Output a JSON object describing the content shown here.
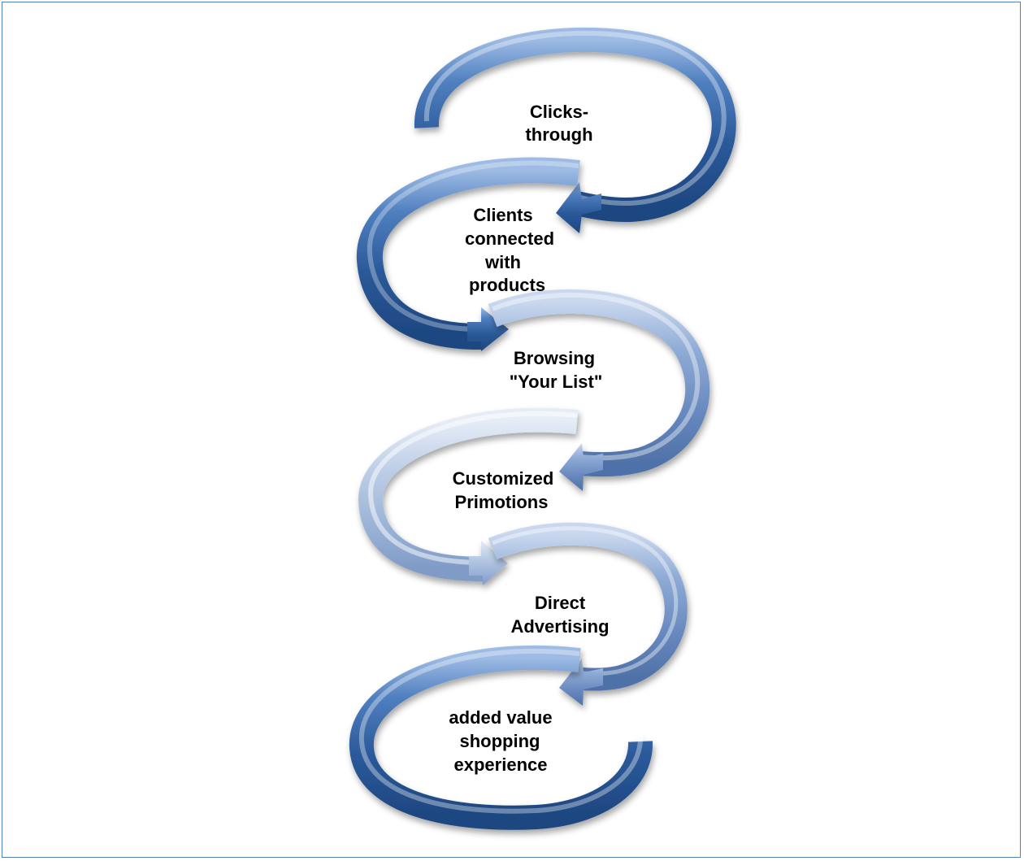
{
  "diagram": {
    "type": "spiral-arrow-cycle",
    "steps": [
      {
        "lines": [
          "Clicks-",
          "through"
        ],
        "color": "#2f5f9e"
      },
      {
        "lines": [
          "Clients",
          "connected",
          "with",
          "products"
        ],
        "color": "#3a6eaf"
      },
      {
        "lines": [
          "Browsing",
          "\"Your List\""
        ],
        "color": "#7d9ccb"
      },
      {
        "lines": [
          "Customized",
          "Primotions"
        ],
        "color": "#a9bedc"
      },
      {
        "lines": [
          "Direct",
          "Advertising"
        ],
        "color": "#7d9ccb"
      },
      {
        "lines": [
          "added value",
          "shopping",
          "experience"
        ],
        "color": "#2f65ad"
      }
    ]
  }
}
